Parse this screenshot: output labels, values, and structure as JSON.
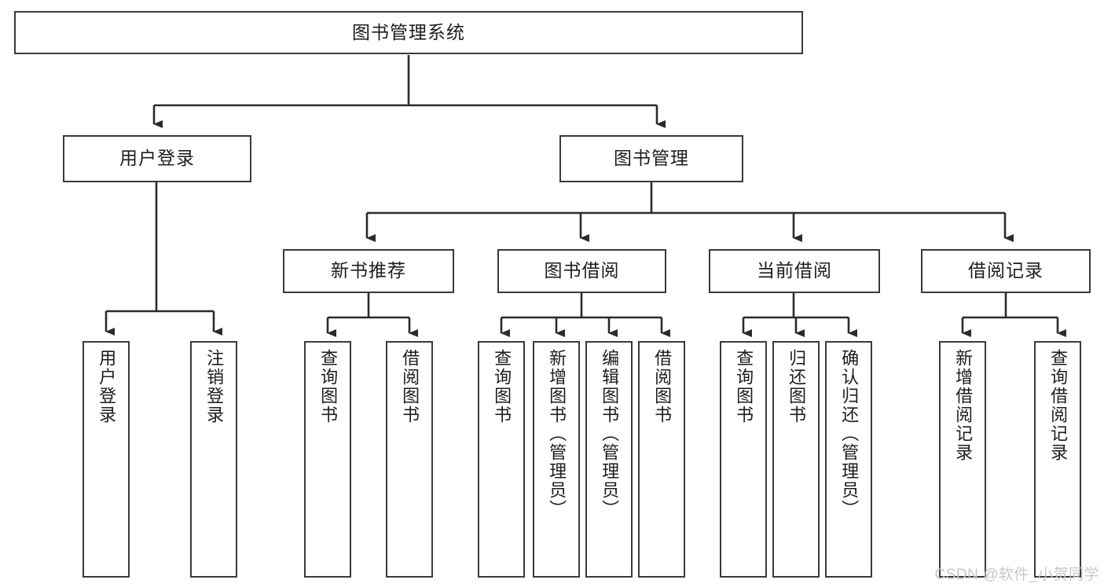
{
  "diagram": {
    "title": "图书管理系统",
    "type": "tree-hierarchy",
    "watermark": "CSDN @软件_小贺同学",
    "colors": {
      "background": "#ffffff",
      "box_border": "#3a3a3a",
      "box_fill": "#ffffff",
      "connector": "#2b2b2b",
      "text": "#1d1d1d",
      "watermark": "#c8c8c8"
    },
    "root": {
      "label": "图书管理系统"
    },
    "level1": [
      {
        "label": "用户登录"
      },
      {
        "label": "图书管理"
      }
    ],
    "level2": [
      {
        "label": "新书推荐"
      },
      {
        "label": "图书借阅"
      },
      {
        "label": "当前借阅"
      },
      {
        "label": "借阅记录"
      }
    ],
    "leaves": {
      "user_login": [
        {
          "label": "用户登录"
        },
        {
          "label": "注销登录"
        }
      ],
      "new_book_recommend": [
        {
          "label": "查询图书"
        },
        {
          "label": "借阅图书"
        }
      ],
      "book_borrow": [
        {
          "label": "查询图书"
        },
        {
          "label": "新增图书（管理员）"
        },
        {
          "label": "编辑图书（管理员）"
        },
        {
          "label": "借阅图书"
        }
      ],
      "current_borrow": [
        {
          "label": "查询图书"
        },
        {
          "label": "归还图书"
        },
        {
          "label": "确认归还（管理员）"
        }
      ],
      "borrow_record": [
        {
          "label": "新增借阅记录"
        },
        {
          "label": "查询借阅记录"
        }
      ]
    }
  }
}
